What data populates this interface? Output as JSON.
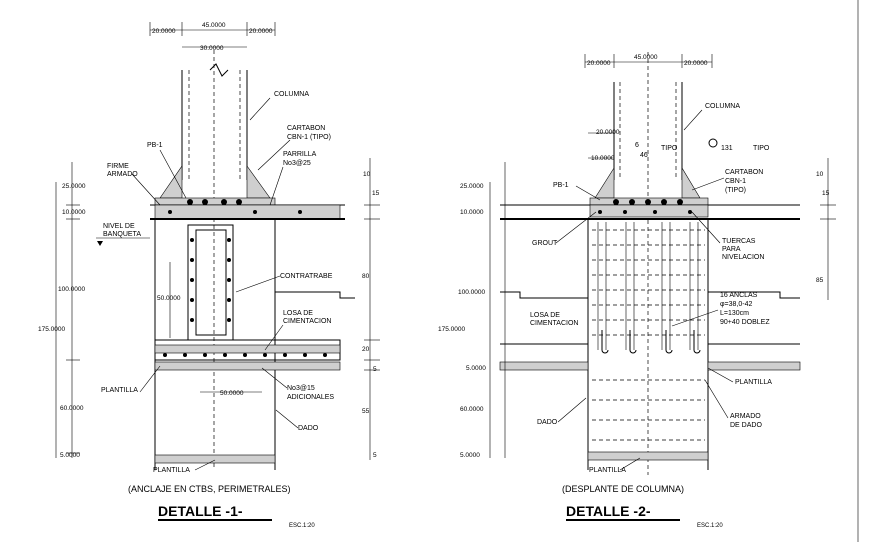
{
  "detail1": {
    "dims_top": [
      "20.0000",
      "45.0000",
      "20.0000",
      "30.0000"
    ],
    "dims_left": [
      "25.0000",
      "10.0000",
      "100.0000",
      "175.0000",
      "60.0000",
      "5.0000"
    ],
    "dims_right": [
      "10",
      "15",
      "80",
      "20",
      "5",
      "55",
      "5"
    ],
    "dims_inner": [
      "50.0000",
      "50.0000"
    ],
    "labels": {
      "columna": "COLUMNA",
      "cartabon": "CARTABON",
      "cbn": "CBN-1 (TIPO)",
      "pb": "PB-1",
      "parrilla": "PARRILLA",
      "parrilla_no": "No3@25",
      "firme": "FIRME",
      "armado": "ARMADO",
      "nivel": "NIVEL DE",
      "banqueta": "BANQUETA",
      "contratrabe": "CONTRATRABE",
      "losa": "LOSA DE",
      "cimentacion": "CIMENTACION",
      "plantilla": "PLANTILLA",
      "no3": "No3@15",
      "adicionales": "ADICIONALES",
      "dado": "DADO",
      "plantilla2": "PLANTILLA"
    },
    "caption": "(ANCLAJE EN CTBS, PERIMETRALES)",
    "title": "DETALLE  -1-",
    "scale": "ESC.1:20"
  },
  "detail2": {
    "dims_top": [
      "20.0000",
      "45.0000",
      "20.0000",
      "20.0000",
      "10.0000"
    ],
    "dims_left": [
      "25.0000",
      "10.0000",
      "100.0000",
      "175.0000",
      "5.0000",
      "60.0000",
      "5.0000"
    ],
    "dims_right": [
      "10",
      "15",
      "85"
    ],
    "labels": {
      "columna": "COLUMNA",
      "tipo": "TIPO",
      "tipo2": "TIPO",
      "n6": "6",
      "n46": "46",
      "n131": "131",
      "cartabon": "CARTABON",
      "cbn": "CBN-1",
      "cbn_tipo": "(TIPO)",
      "pb": "PB-1",
      "grout": "GROUT",
      "tuercas": "TUERCAS",
      "para": "PARA",
      "nivelacion": "NIVELACION",
      "anclas1": "16 ANCLAS",
      "anclas2": "φ=38,0-42",
      "anclas3": "L=130cm",
      "anclas4": "90+40 DOBLEZ",
      "losa": "LOSA DE",
      "cimentacion": "CIMENTACION",
      "plantilla": "PLANTILLA",
      "dado": "DADO",
      "armado": "ARMADO",
      "de_dado": "DE DADO",
      "plantilla2": "PLANTILLA"
    },
    "caption": "(DESPLANTE DE COLUMNA)",
    "title": "DETALLE  -2-",
    "scale": "ESC.1:20"
  }
}
